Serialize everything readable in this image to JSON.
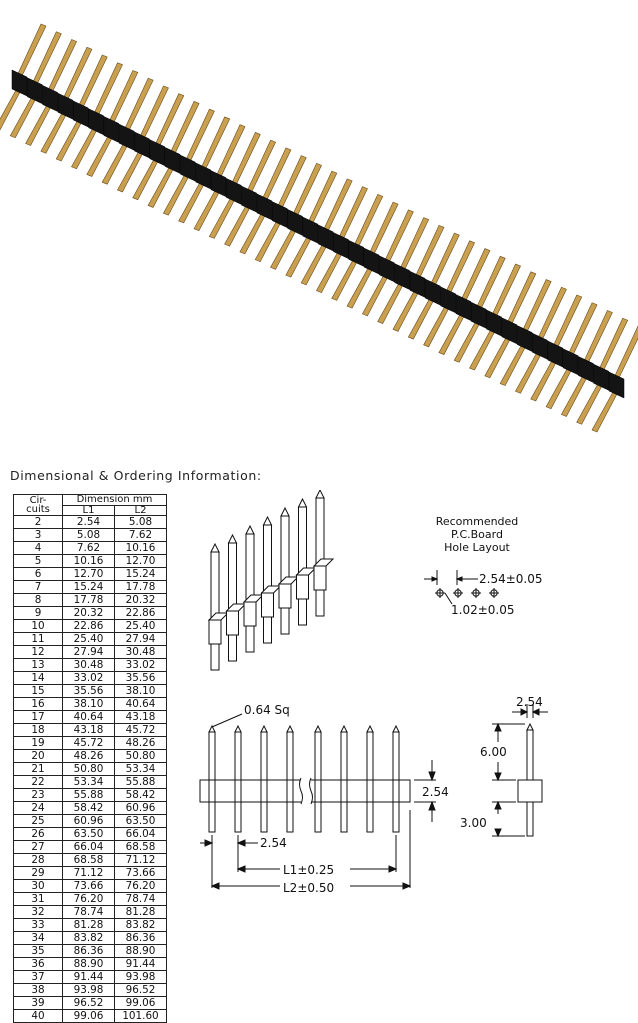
{
  "heading": "Dimensional & Ordering Information:",
  "table": {
    "col1_header_line1": "Cir-",
    "col1_header_line2": "cuits",
    "group_header": "Dimension mm",
    "col2_header": "L1",
    "col3_header": "L2",
    "rows": [
      [
        "2",
        "2.54",
        "5.08"
      ],
      [
        "3",
        "5.08",
        "7.62"
      ],
      [
        "4",
        "7.62",
        "10.16"
      ],
      [
        "5",
        "10.16",
        "12.70"
      ],
      [
        "6",
        "12.70",
        "15.24"
      ],
      [
        "7",
        "15.24",
        "17.78"
      ],
      [
        "8",
        "17.78",
        "20.32"
      ],
      [
        "9",
        "20.32",
        "22.86"
      ],
      [
        "10",
        "22.86",
        "25.40"
      ],
      [
        "11",
        "25.40",
        "27.94"
      ],
      [
        "12",
        "27.94",
        "30.48"
      ],
      [
        "13",
        "30.48",
        "33.02"
      ],
      [
        "14",
        "33.02",
        "35.56"
      ],
      [
        "15",
        "35.56",
        "38.10"
      ],
      [
        "16",
        "38.10",
        "40.64"
      ],
      [
        "17",
        "40.64",
        "43.18"
      ],
      [
        "18",
        "43.18",
        "45.72"
      ],
      [
        "19",
        "45.72",
        "48.26"
      ],
      [
        "20",
        "48.26",
        "50.80"
      ],
      [
        "21",
        "50.80",
        "53.34"
      ],
      [
        "22",
        "53.34",
        "55.88"
      ],
      [
        "23",
        "55.88",
        "58.42"
      ],
      [
        "24",
        "58.42",
        "60.96"
      ],
      [
        "25",
        "60.96",
        "63.50"
      ],
      [
        "26",
        "63.50",
        "66.04"
      ],
      [
        "27",
        "66.04",
        "68.58"
      ],
      [
        "28",
        "68.58",
        "71.12"
      ],
      [
        "29",
        "71.12",
        "73.66"
      ],
      [
        "30",
        "73.66",
        "76.20"
      ],
      [
        "31",
        "76.20",
        "78.74"
      ],
      [
        "32",
        "78.74",
        "81.28"
      ],
      [
        "33",
        "81.28",
        "83.82"
      ],
      [
        "34",
        "83.82",
        "86.36"
      ],
      [
        "35",
        "86.36",
        "88.90"
      ],
      [
        "36",
        "88.90",
        "91.44"
      ],
      [
        "37",
        "91.44",
        "93.98"
      ],
      [
        "38",
        "93.98",
        "96.52"
      ],
      [
        "39",
        "96.52",
        "99.06"
      ],
      [
        "40",
        "99.06",
        "101.60"
      ]
    ]
  },
  "pcb": {
    "line1": "Recommended",
    "line2": "P.C.Board",
    "line3": "Hole  Layout",
    "pitch": "2.54±0.05",
    "hole": "1.02±0.05"
  },
  "front_view": {
    "pin_square": "0.64  Sq",
    "pitch": "2.54",
    "height": "2.54",
    "l1": "L1±0.25",
    "l2": "L2±0.50"
  },
  "side_view": {
    "width": "2.54",
    "upper_length": "6.00",
    "lower_length": "3.00"
  },
  "colors": {
    "housing": "#141414",
    "pin_gold": "#c8a050",
    "line": "#111111"
  }
}
